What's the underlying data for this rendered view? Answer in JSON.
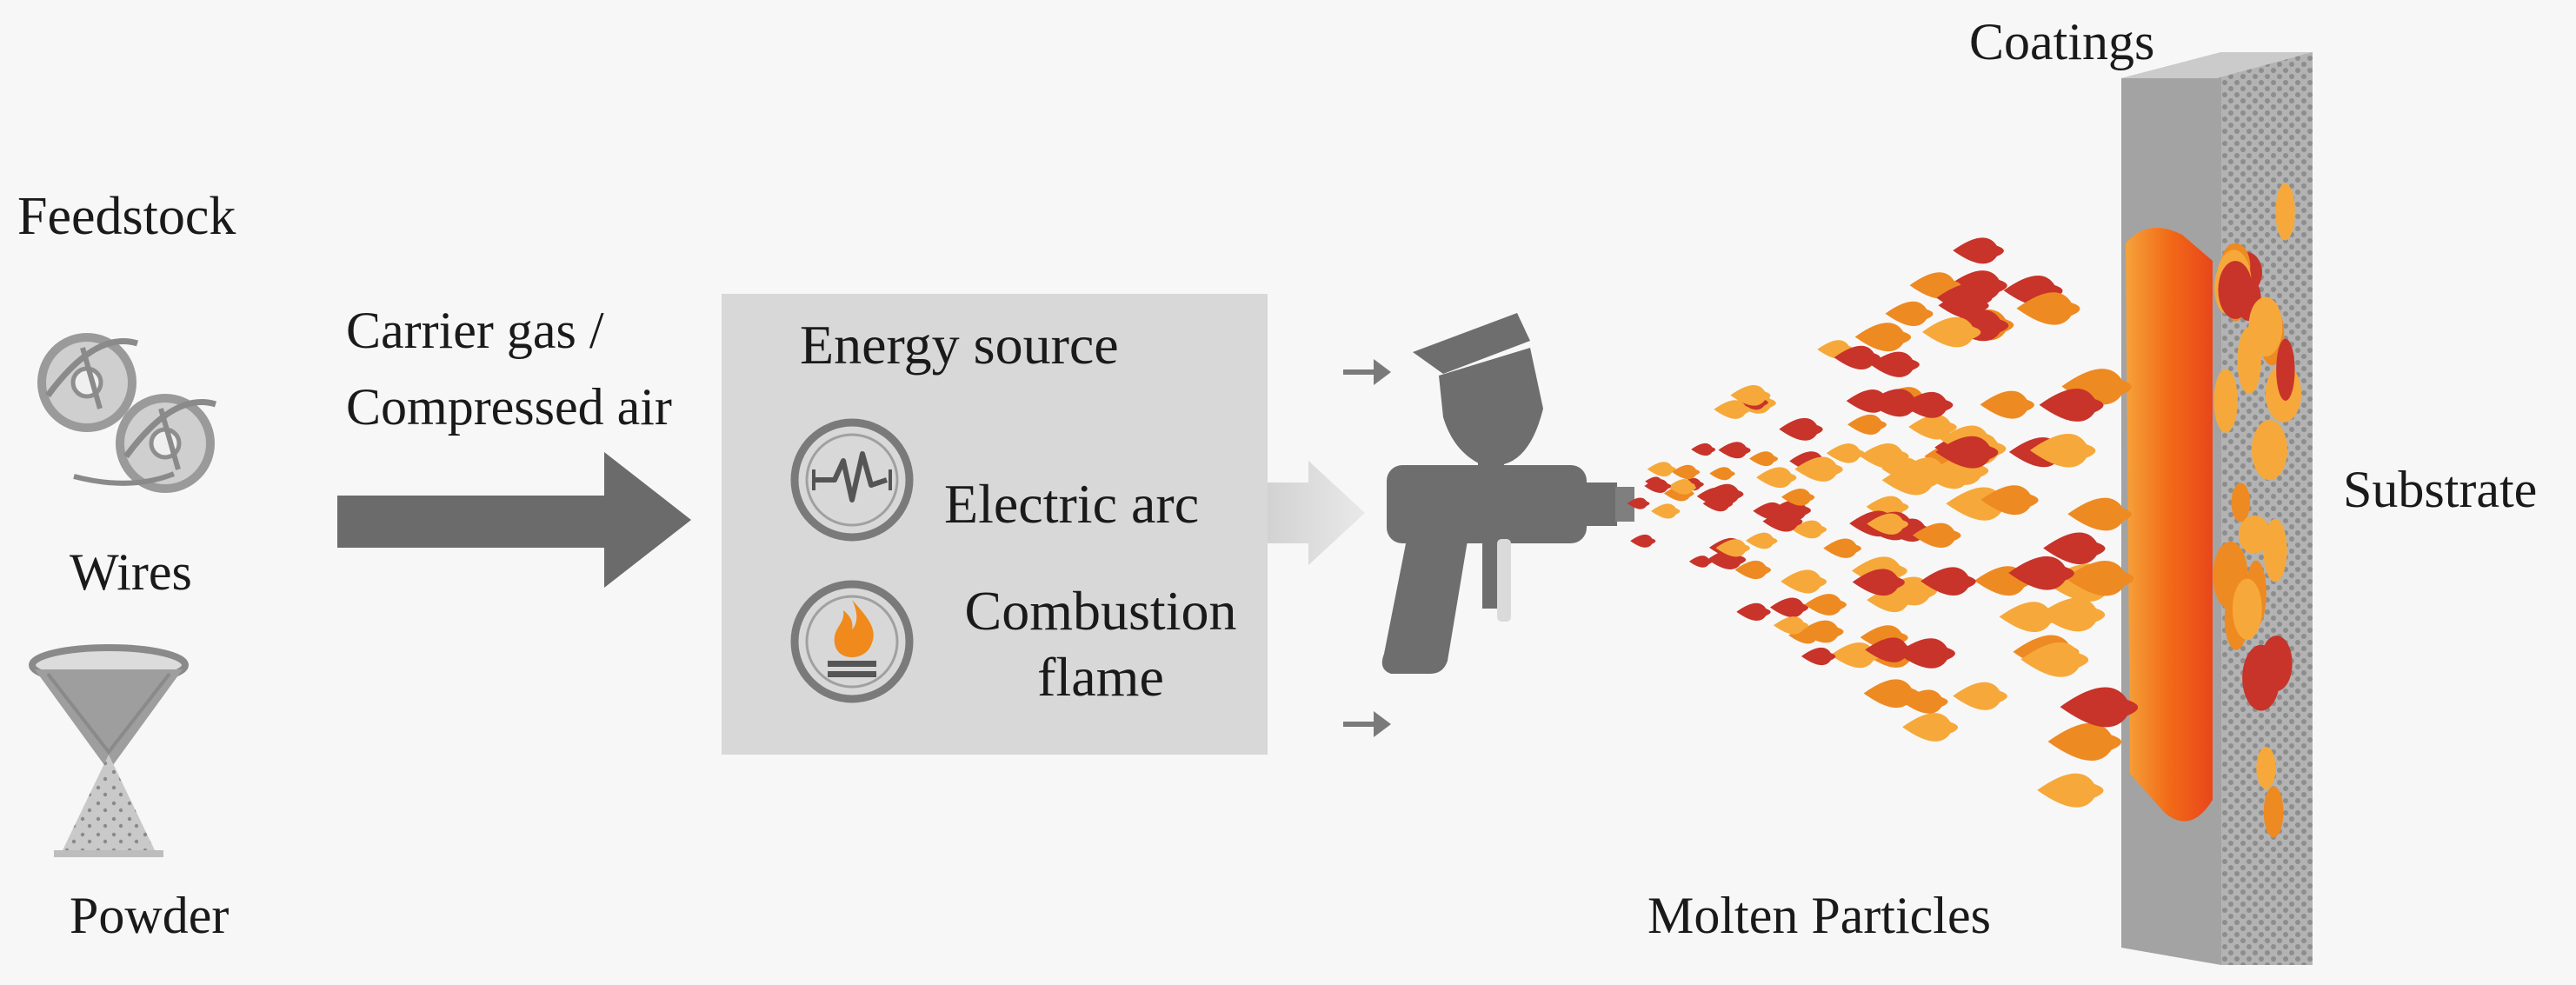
{
  "feedstock": {
    "heading": "Feedstock",
    "wires_label": "Wires",
    "powder_label": "Powder"
  },
  "carrier": {
    "line1": "Carrier gas /",
    "line2": "Compressed air"
  },
  "energy": {
    "title": "Energy source",
    "arc_label": "Electric arc",
    "flame_label": "Combustion flame"
  },
  "output": {
    "coatings_label": "Coatings",
    "substrate_label": "Substrate",
    "molten_label": "Molten Particles"
  },
  "icons": [
    "wire-spool-icon",
    "powder-hopper-icon",
    "electric-arc-icon",
    "combustion-flame-icon",
    "spray-gun-icon"
  ],
  "colors": {
    "gray_dark": "#6b6b6b",
    "box_fill": "#d8d8d8",
    "particle_red": "#c8332a",
    "particle_orange": "#ee8a22",
    "particle_amber": "#f6a93a",
    "coating_core": "#f37a1c",
    "substrate_gray": "#b9b9b9"
  }
}
